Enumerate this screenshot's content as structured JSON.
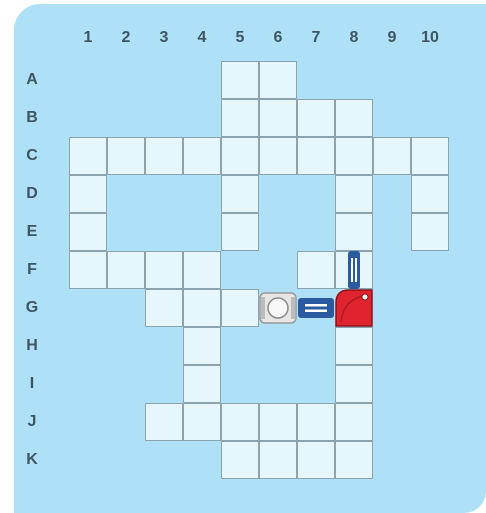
{
  "board": {
    "columns": [
      "1",
      "2",
      "3",
      "4",
      "5",
      "6",
      "7",
      "8",
      "9",
      "10"
    ],
    "rows": [
      "A",
      "B",
      "C",
      "D",
      "E",
      "F",
      "G",
      "H",
      "I",
      "J",
      "K"
    ],
    "open_cells": {
      "A": [
        5,
        6
      ],
      "B": [
        5,
        6,
        7,
        8
      ],
      "C": [
        1,
        2,
        3,
        4,
        5,
        6,
        7,
        8,
        9,
        10
      ],
      "D": [
        1,
        5,
        8,
        10
      ],
      "E": [
        1,
        5,
        8,
        10
      ],
      "F": [
        1,
        2,
        3,
        4,
        7,
        8
      ],
      "G": [
        3,
        4,
        5
      ],
      "H": [
        4,
        8
      ],
      "I": [
        4,
        8
      ],
      "J": [
        3,
        4,
        5,
        6,
        7,
        8
      ],
      "K": [
        5,
        6,
        7,
        8
      ]
    }
  },
  "pieces": [
    {
      "type": "robot",
      "row": "G",
      "col": 6,
      "color": "#e6e6e6"
    },
    {
      "type": "connector",
      "row": "G",
      "col": 7,
      "orientation": "horizontal",
      "color": "#2a5aa0"
    },
    {
      "type": "corner-block",
      "row": "G",
      "col": 8,
      "color": "#e0242f"
    },
    {
      "type": "connector",
      "row": "F",
      "col": 8,
      "orientation": "vertical",
      "color": "#2a5aa0"
    }
  ]
}
